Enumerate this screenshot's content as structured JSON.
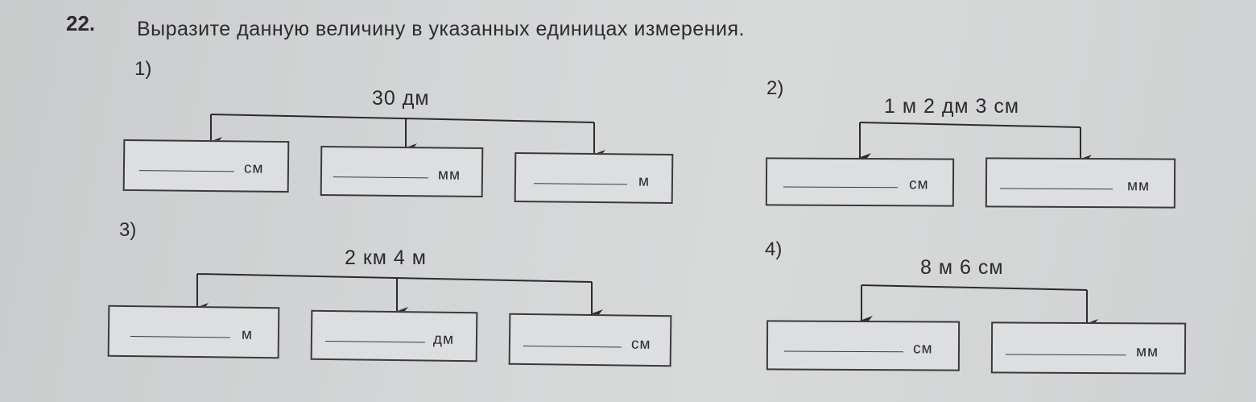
{
  "task": {
    "number": "22.",
    "instruction": "Выразите данную величину в указанных единицах измерения."
  },
  "parts": [
    {
      "label": "1)",
      "quantity": "30 дм",
      "units": [
        "см",
        "мм",
        "м"
      ]
    },
    {
      "label": "2)",
      "quantity": "1 м 2 дм 3 см",
      "units": [
        "см",
        "мм"
      ]
    },
    {
      "label": "3)",
      "quantity": "2 км 4 м",
      "units": [
        "м",
        "дм",
        "см"
      ]
    },
    {
      "label": "4)",
      "quantity": "8 м 6 см",
      "units": [
        "см",
        "мм"
      ]
    }
  ]
}
